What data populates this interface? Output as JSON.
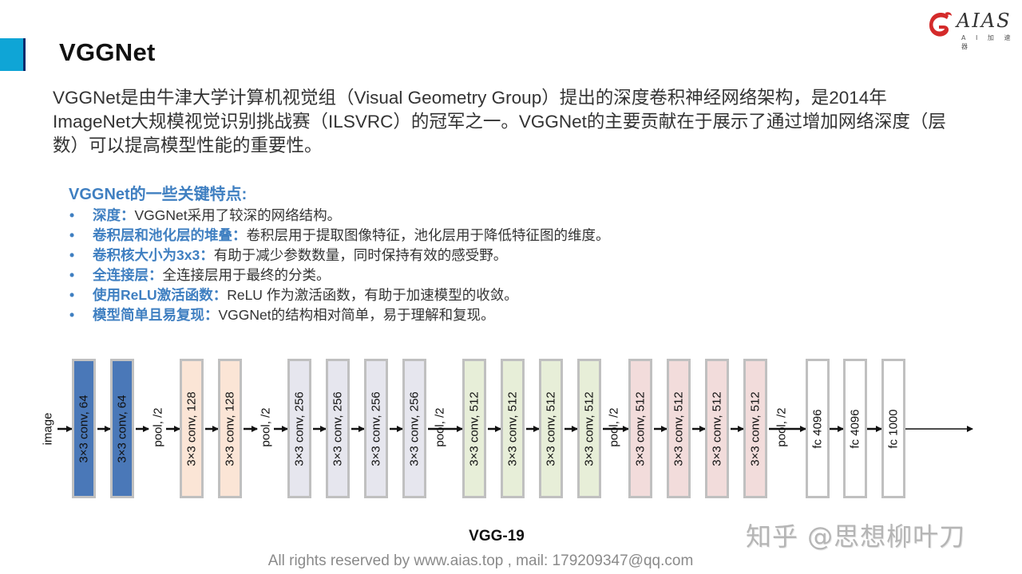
{
  "header": {
    "title": "VGGNet",
    "accent_color": "#0fa5d6"
  },
  "logo": {
    "brand": "AIAS",
    "subtitle": "A I 加 速 器",
    "swirl_color": "#d42a2a"
  },
  "intro": {
    "text": "VGGNet是由牛津大学计算机视觉组（Visual Geometry Group）提出的深度卷积神经网络架构，是2014年ImageNet大规模视觉识别挑战赛（ILSVRC）的冠军之一。VGGNet的主要贡献在于展示了通过增加网络深度（层数）可以提高模型性能的重要性。"
  },
  "features": {
    "heading": "VGGNet的一些关键特点:",
    "bullet": "•",
    "key_color": "#3f7fc1",
    "items": [
      {
        "key": "深度：",
        "text": "VGGNet采用了较深的网络结构。"
      },
      {
        "key": "卷积层和池化层的堆叠：",
        "text": "卷积层用于提取图像特征，池化层用于降低特征图的维度。"
      },
      {
        "key": "卷积核大小为3x3：",
        "text": "有助于减少参数数量，同时保持有效的感受野。"
      },
      {
        "key": "全连接层：",
        "text": "全连接层用于最终的分类。"
      },
      {
        "key": "使用ReLU激活函数：",
        "text": "ReLU  作为激活函数，有助于加速模型的收敛。"
      },
      {
        "key": "模型简单且易复现：",
        "text": "VGGNet的结构相对简单，易于理解和复现。"
      }
    ]
  },
  "diagram": {
    "input_label": "image",
    "pool_label": "pool, /2",
    "blocks": [
      {
        "label": "3×3 conv, 64",
        "fill": "#4a78b8"
      },
      {
        "label": "3×3 conv, 64",
        "fill": "#4a78b8"
      },
      {
        "label": "3×3 conv, 128",
        "fill": "#fbe5d6"
      },
      {
        "label": "3×3 conv, 128",
        "fill": "#fbe5d6"
      },
      {
        "label": "3×3 conv, 256",
        "fill": "#e6e6ee"
      },
      {
        "label": "3×3 conv, 256",
        "fill": "#e6e6ee"
      },
      {
        "label": "3×3 conv, 256",
        "fill": "#e6e6ee"
      },
      {
        "label": "3×3 conv, 256",
        "fill": "#e6e6ee"
      },
      {
        "label": "3×3 conv, 512",
        "fill": "#e7eed8"
      },
      {
        "label": "3×3 conv, 512",
        "fill": "#e7eed8"
      },
      {
        "label": "3×3 conv, 512",
        "fill": "#e7eed8"
      },
      {
        "label": "3×3 conv, 512",
        "fill": "#e7eed8"
      },
      {
        "label": "3×3 conv, 512",
        "fill": "#f2dcdb"
      },
      {
        "label": "3×3 conv, 512",
        "fill": "#f2dcdb"
      },
      {
        "label": "3×3 conv, 512",
        "fill": "#f2dcdb"
      },
      {
        "label": "3×3 conv, 512",
        "fill": "#f2dcdb"
      },
      {
        "label": "fc 4096",
        "fill": "#ffffff"
      },
      {
        "label": "fc 4096",
        "fill": "#ffffff"
      },
      {
        "label": "fc 1000",
        "fill": "#ffffff"
      }
    ],
    "caption": "VGG-19"
  },
  "footer": {
    "text": "All rights reserved by www.aias.top , mail: 179209347@qq.com"
  },
  "watermark": {
    "text": "知乎 @思想柳叶刀"
  }
}
